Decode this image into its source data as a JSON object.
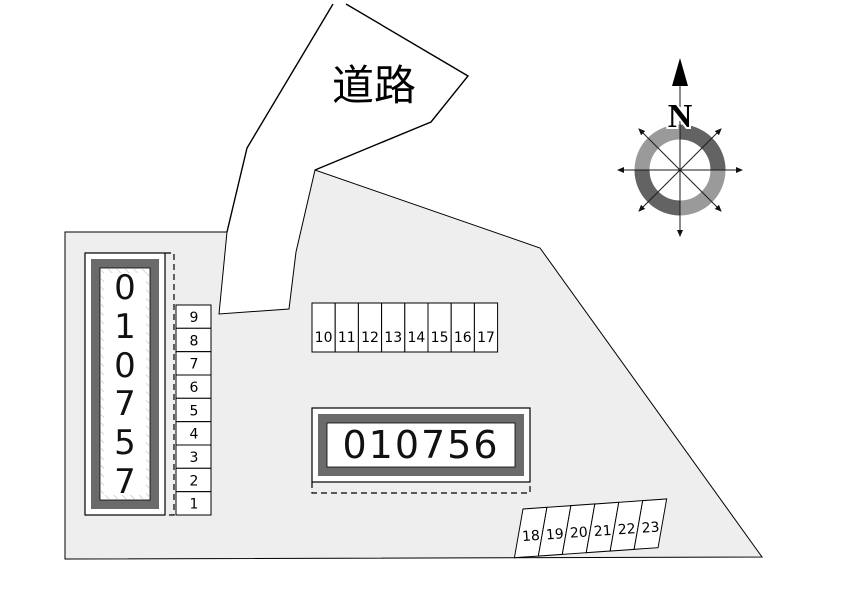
{
  "colors": {
    "background": "#ffffff",
    "site_fill": "#eeeeee",
    "building_frame": "#6b6b6b",
    "line": "#000000"
  },
  "road": {
    "label": "道路"
  },
  "compass": {
    "north_label": "N"
  },
  "buildings": {
    "left": {
      "label": "010757",
      "digits": [
        "0",
        "1",
        "0",
        "7",
        "5",
        "7"
      ]
    },
    "center": {
      "label": "010756"
    }
  },
  "parking": {
    "left_column": {
      "spaces": [
        "9",
        "8",
        "7",
        "6",
        "5",
        "4",
        "3",
        "2",
        "1"
      ]
    },
    "top_row": {
      "spaces": [
        "10",
        "11",
        "12",
        "13",
        "14",
        "15",
        "16",
        "17"
      ]
    },
    "diagonal_row": {
      "spaces": [
        "18",
        "19",
        "20",
        "21",
        "22",
        "23"
      ]
    }
  }
}
